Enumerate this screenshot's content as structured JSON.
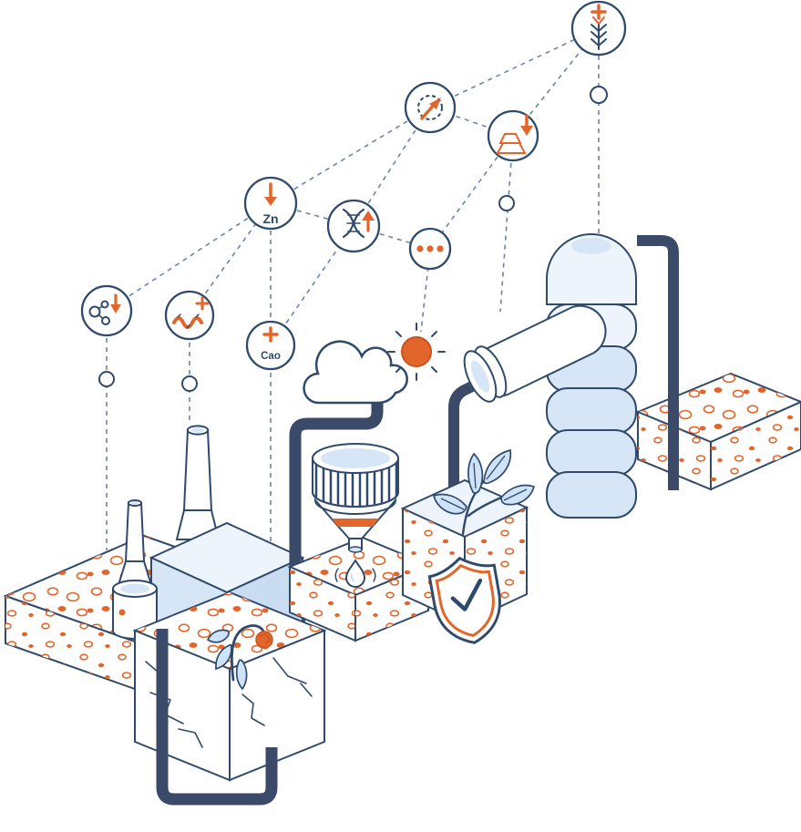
{
  "colors": {
    "navy": "#2F4A6B",
    "pipe": "#3A4A68",
    "orange": "#E2662C",
    "orangedark": "#C9521F",
    "lightblue": "#D7E6F7",
    "paleblue": "#EDF4FC",
    "midblue": "#C9DCF2",
    "leafblue": "#CFE3F8",
    "dashline": "#6A85AC",
    "white": "#FFFFFF"
  },
  "network": {
    "labels": {
      "zinc": "Zn",
      "cao": "Cao"
    },
    "nodes": [
      {
        "id": "wheat-increase",
        "icon": "wheat-plus-icon"
      },
      {
        "id": "recycle-increase",
        "icon": "recycle-up-arrow-icon"
      },
      {
        "id": "gold-decrease",
        "icon": "gold-bars-down-arrow-icon"
      },
      {
        "id": "zinc-decrease",
        "icon": "zinc-down-arrow-icon",
        "label": "Zn"
      },
      {
        "id": "dna-increase",
        "icon": "dna-up-arrow-icon"
      },
      {
        "id": "more",
        "icon": "ellipsis-icon"
      },
      {
        "id": "molecule-decrease",
        "icon": "molecule-down-arrow-icon"
      },
      {
        "id": "worm-increase",
        "icon": "worm-plus-icon"
      },
      {
        "id": "cao-increase",
        "icon": "cao-plus-icon",
        "label": "Cao"
      }
    ]
  },
  "scene": {
    "icons": [
      "sun-icon",
      "cloud-icon",
      "shield-check-icon",
      "water-drop-icon",
      "leaf-sprout-icon",
      "wilted-plant-icon",
      "factory-icon",
      "chimney-icon",
      "storage-tank-icon",
      "silo-tower-icon",
      "funnel-icon",
      "pipe-icon",
      "soil-block-icon",
      "soil-pebbles-icon",
      "soil-cracks-icon"
    ]
  }
}
